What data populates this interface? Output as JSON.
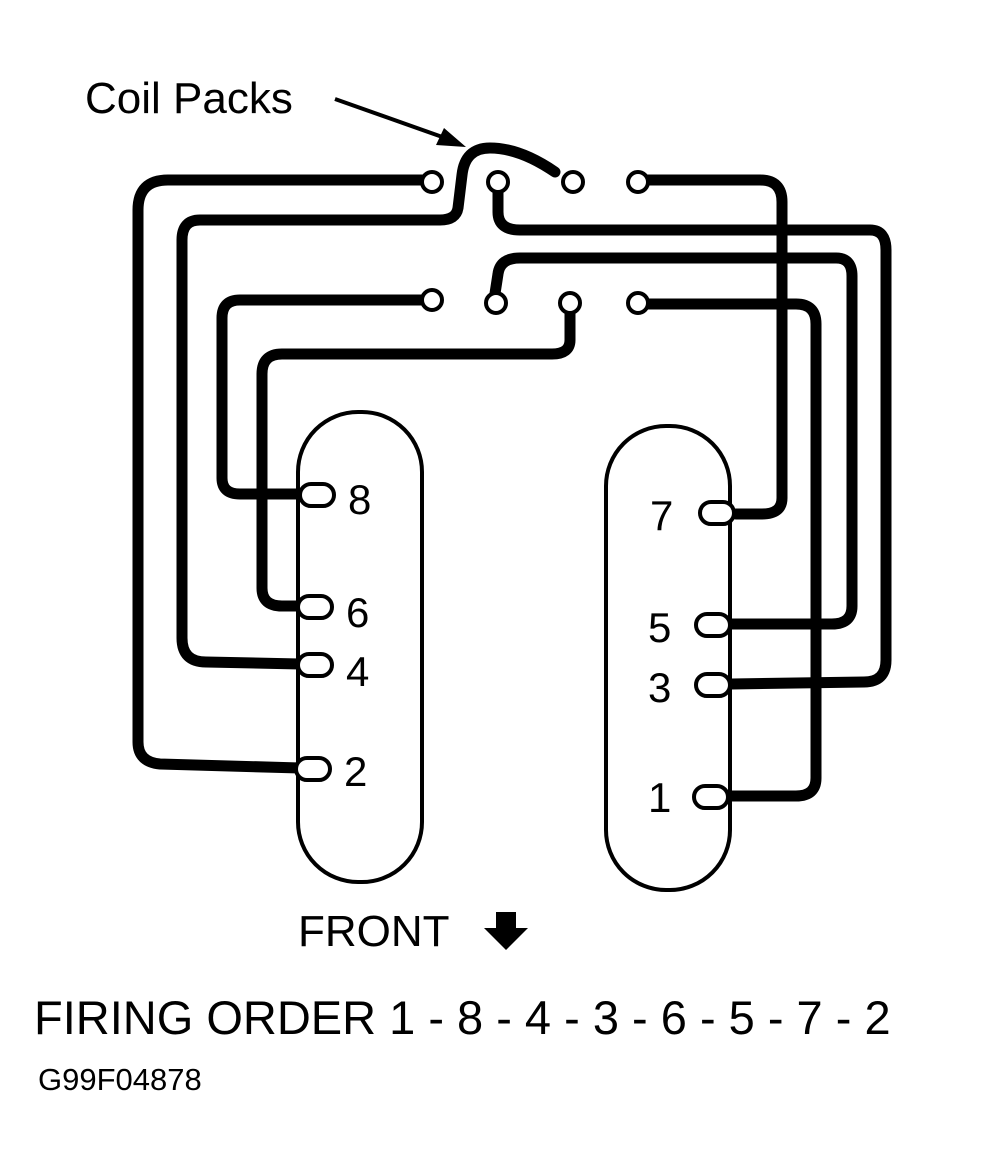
{
  "callout": {
    "label": "Coil Packs"
  },
  "cylinders": {
    "left_bank": [
      "8",
      "6",
      "4",
      "2"
    ],
    "right_bank": [
      "7",
      "5",
      "3",
      "1"
    ]
  },
  "front_label": "FRONT",
  "firing_order": "FIRING ORDER 1 - 8 - 4 - 3 - 6 - 5 - 7 - 2",
  "figure_id": "G99F04878",
  "icons": {
    "front_arrow": "arrow-down-icon"
  },
  "colors": {
    "line": "#000000",
    "background": "#ffffff"
  }
}
